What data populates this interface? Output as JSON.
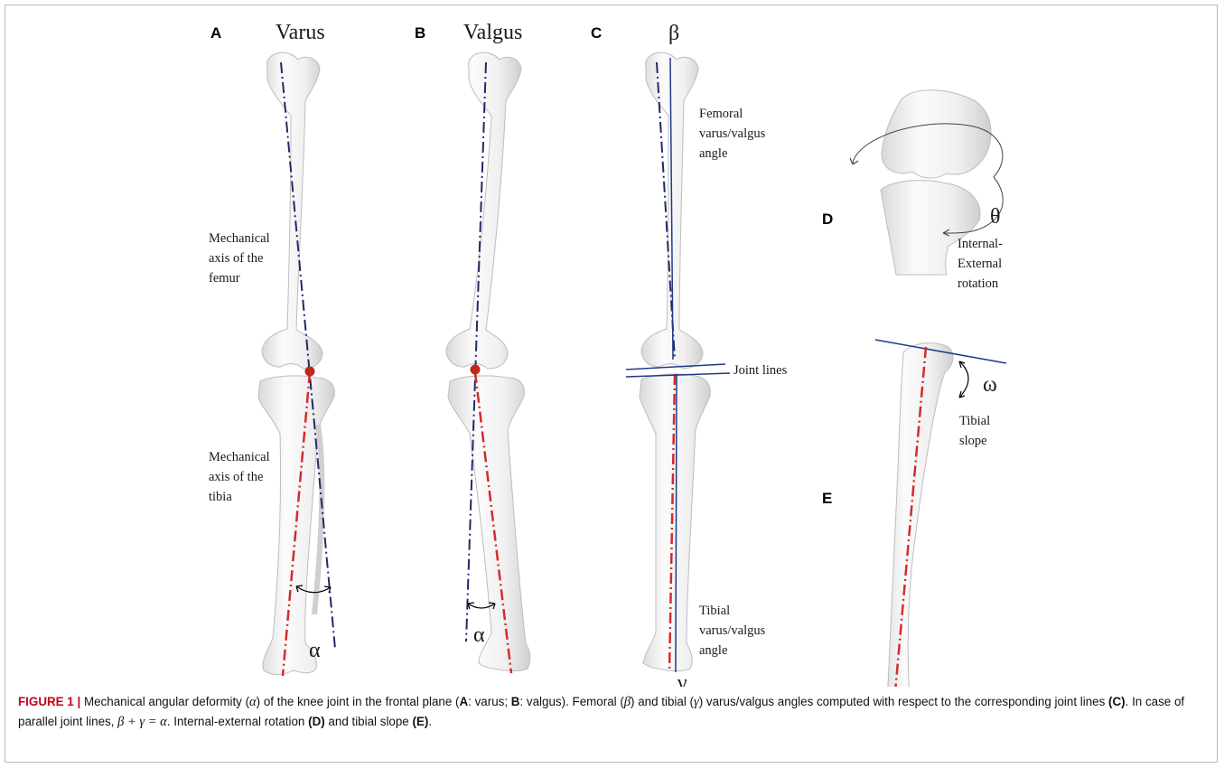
{
  "figure": {
    "panels": {
      "A": {
        "letter": "A",
        "title": "Varus"
      },
      "B": {
        "letter": "B",
        "title": "Valgus"
      },
      "C": {
        "letter": "C",
        "title": "β"
      },
      "D": {
        "letter": "D"
      },
      "E": {
        "letter": "E"
      }
    },
    "labels": {
      "femur_axis": [
        "Mechanical",
        "axis of the",
        "femur"
      ],
      "tibia_axis": [
        "Mechanical",
        "axis of the",
        "tibia"
      ],
      "alpha": "α",
      "femoral_angle": [
        "Femoral",
        "varus/valgus",
        "angle"
      ],
      "joint_lines": "Joint lines",
      "tibial_angle": [
        "Tibial",
        "varus/valgus",
        "angle"
      ],
      "gamma": "γ",
      "theta": "θ",
      "rotation": [
        "Internal-",
        "External",
        "rotation"
      ],
      "omega": "ω",
      "tibial_slope": [
        "Tibial",
        "slope"
      ]
    },
    "colors": {
      "bone": "#f2f2f2",
      "femur_axis": "#1f2a6b",
      "tibia_axis": "#d42b2b",
      "joint_line": "#1f3a8a",
      "center_point": "#c0281a"
    }
  },
  "caption": {
    "label": "FIGURE 1 |",
    "p1": " Mechanical angular deformity (",
    "alpha": "α",
    "p2": ") of the knee joint in the frontal plane (",
    "A": "A",
    "p3": ": varus; ",
    "B": "B",
    "p4": ": valgus). Femoral (",
    "beta": "β",
    "p5": ") and tibial (",
    "gamma": "γ",
    "p6": ") varus/valgus angles computed with respect to the corresponding joint lines ",
    "C": "(C)",
    "p7": ". In case of parallel joint lines, ",
    "eq": "β + γ = α",
    "p8": ". Internal-external rotation ",
    "D": "(D)",
    "p9": " and tibial slope ",
    "E": "(E)",
    "p10": "."
  }
}
